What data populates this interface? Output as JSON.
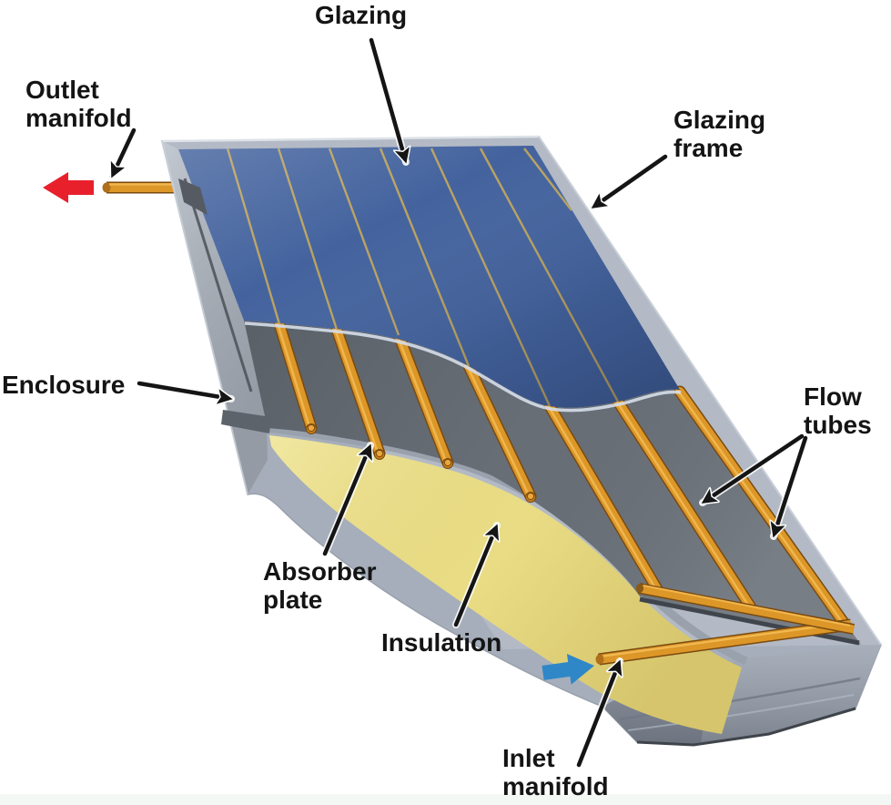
{
  "labels": {
    "glazing": {
      "lines": [
        "Glazing"
      ]
    },
    "outlet_manifold": {
      "lines": [
        "Outlet",
        "manifold"
      ]
    },
    "glazing_frame": {
      "lines": [
        "Glazing",
        "frame"
      ]
    },
    "enclosure": {
      "lines": [
        "Enclosure"
      ]
    },
    "flow_tubes": {
      "lines": [
        "Flow",
        "tubes"
      ]
    },
    "absorber_plate": {
      "lines": [
        "Absorber",
        "plate"
      ]
    },
    "insulation": {
      "lines": [
        "Insulation"
      ]
    },
    "inlet_manifold": {
      "lines": [
        "Inlet",
        "manifold"
      ]
    }
  },
  "colors": {
    "background": "#ffffff",
    "label_text": "#141414",
    "pointer_arrow": "#151515",
    "glazing_blue": "#44639e",
    "glazing_tube_line": "#b9a262",
    "frame_gray": "#b3bac5",
    "enclosure_gray": "#a6aebb",
    "left_wall_gray": "#b0b8c3",
    "front_wall_gray": "#99a2af",
    "absorber_gray": "#697078",
    "insulation_yellow": "#eee28a",
    "rim_gray": "#99a1ad",
    "tube_orange": "#dc9728",
    "tube_outline": "#7a4a10",
    "tube_highlight": "#f4bc55",
    "outlet_flow_red": "#e8202c",
    "inlet_flow_blue": "#2f87c8"
  }
}
